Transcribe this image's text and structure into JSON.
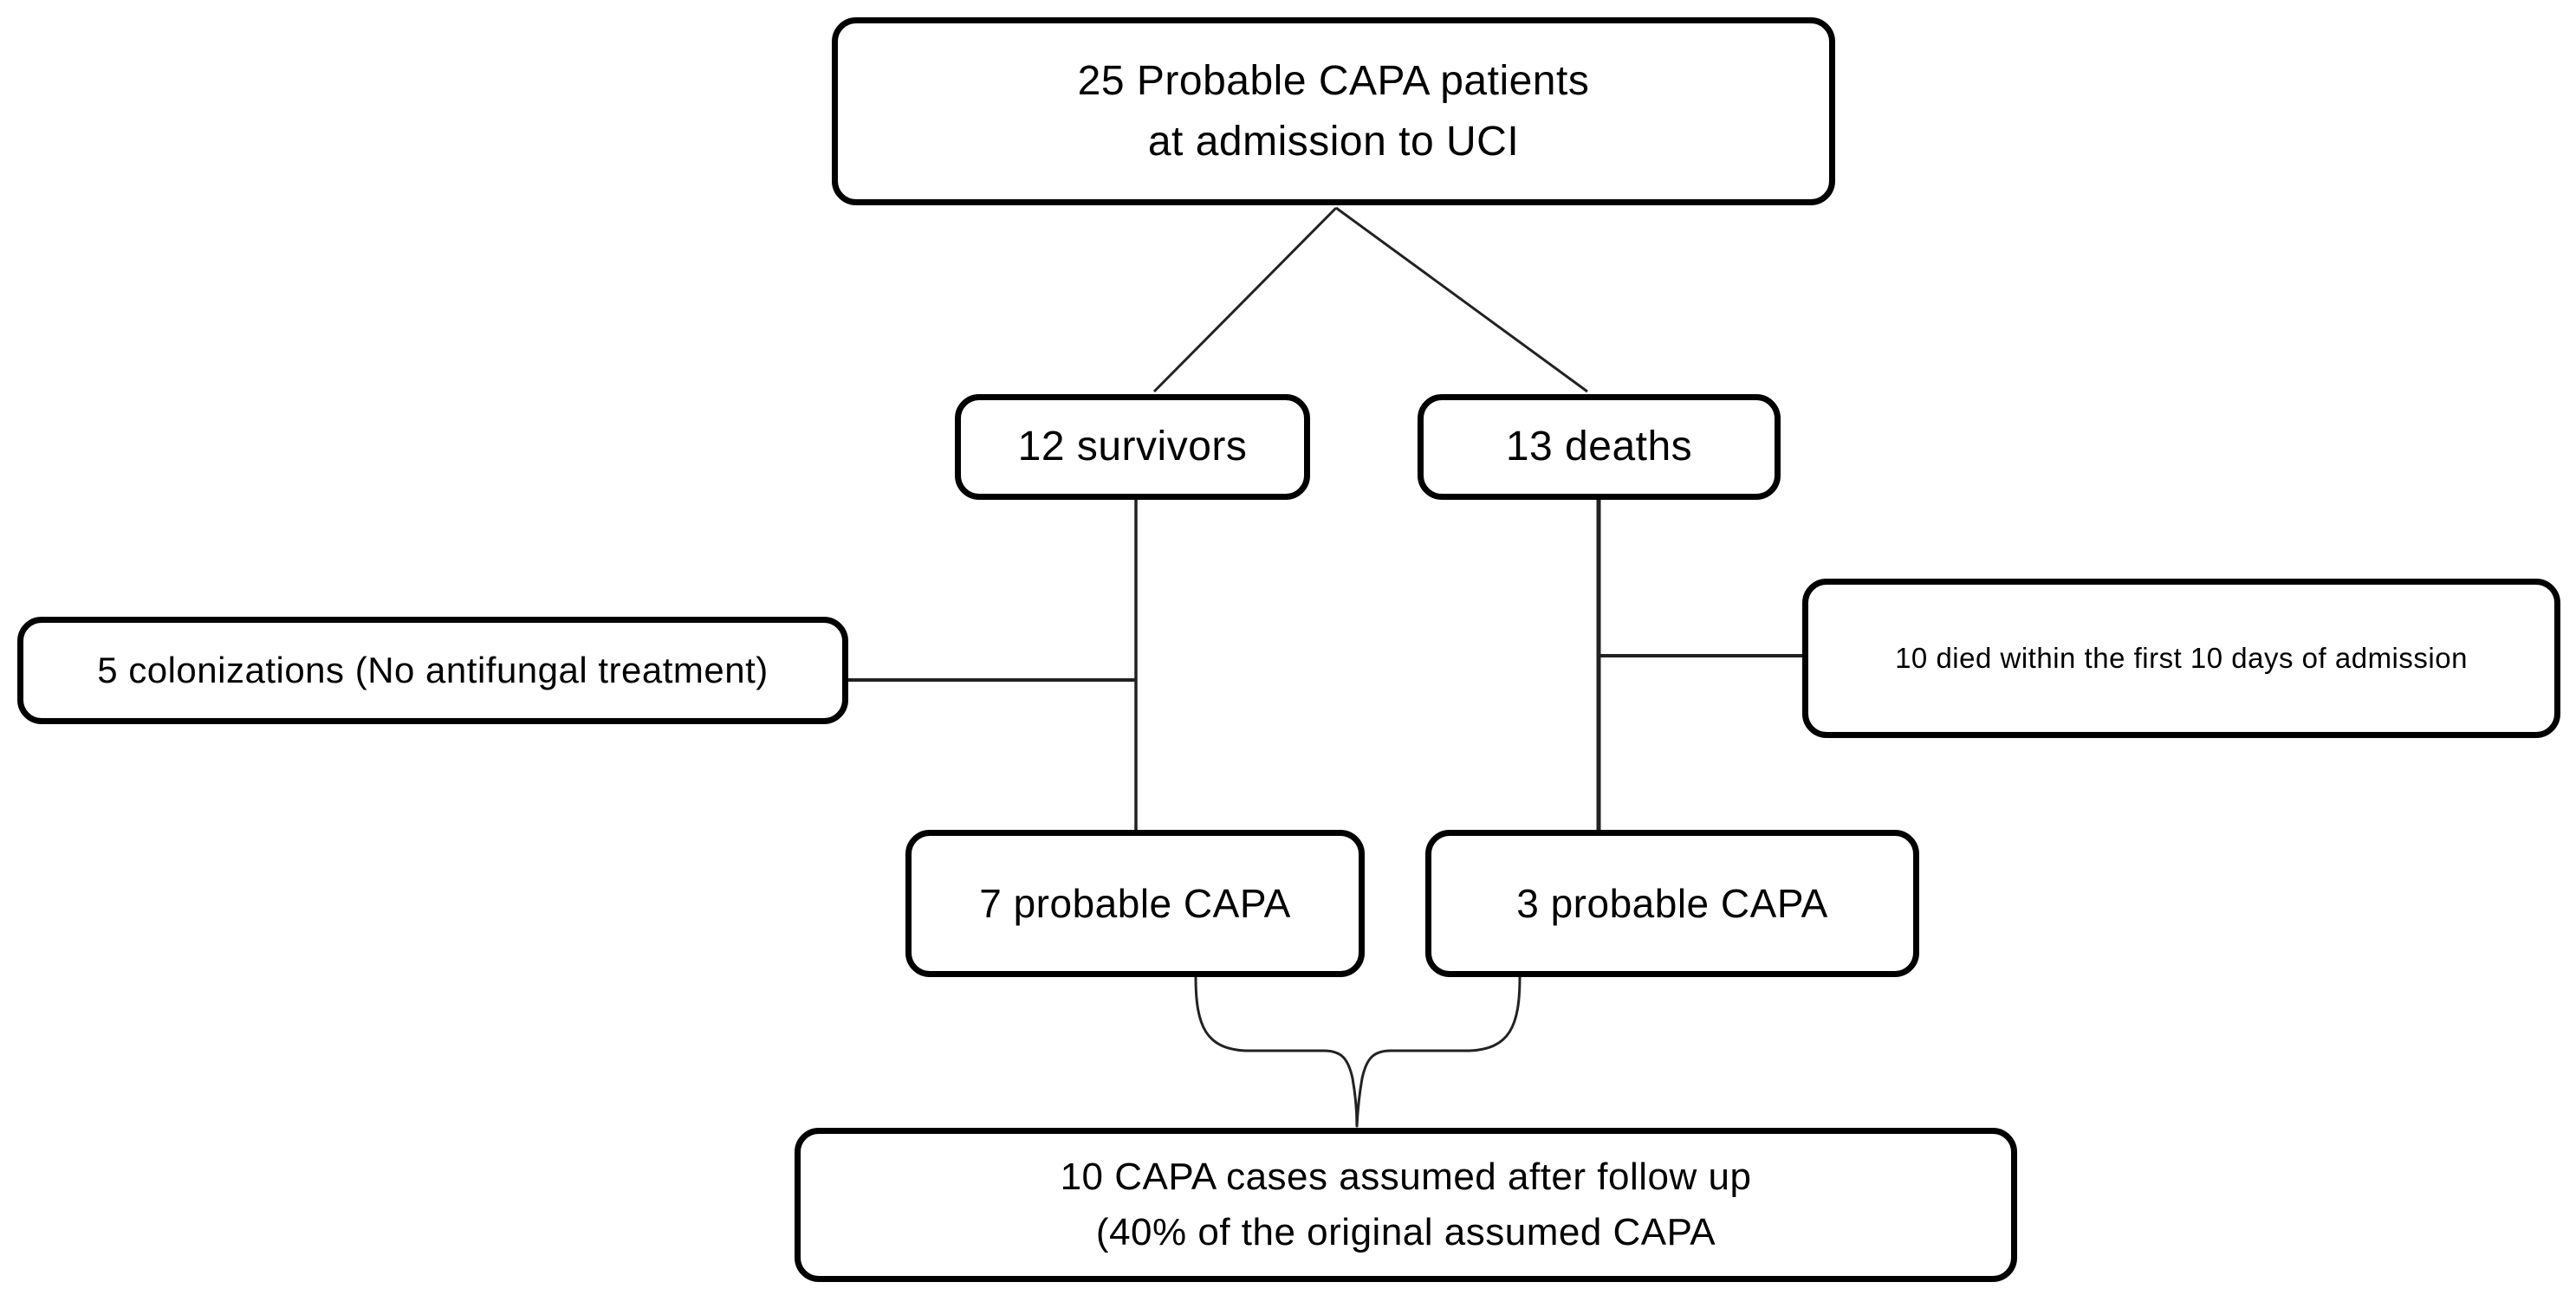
{
  "diagram": {
    "type": "flowchart",
    "colors": {
      "background": "#ffffff",
      "box_border": "#000000",
      "text": "#000000",
      "connector": "#222222"
    },
    "nodes": {
      "root": {
        "line1": "25 Probable CAPA patients",
        "line2": "at admission to UCI"
      },
      "survivors": {
        "label": "12 survivors"
      },
      "deaths": {
        "label": "13 deaths"
      },
      "colonizations": {
        "label": "5 colonizations (No antifungal treatment)"
      },
      "died_early": {
        "label": "10 died within the first 10 days of admission"
      },
      "survivor_capa": {
        "label": "7 probable CAPA"
      },
      "death_capa": {
        "label": "3 probable CAPA"
      },
      "final": {
        "line1": "10 CAPA cases assumed after follow up",
        "line2": "(40% of the original assumed CAPA"
      }
    },
    "edges": [
      {
        "from": "root",
        "to": "survivors",
        "style": "diagonal"
      },
      {
        "from": "root",
        "to": "deaths",
        "style": "diagonal"
      },
      {
        "from": "survivors",
        "to": "survivor_capa",
        "style": "vertical"
      },
      {
        "from": "deaths",
        "to": "death_capa",
        "style": "vertical"
      },
      {
        "from": "colonizations",
        "to": "survivors-branch",
        "style": "horizontal"
      },
      {
        "from": "died_early",
        "to": "deaths-branch",
        "style": "horizontal"
      },
      {
        "from": "survivor_capa",
        "to": "final",
        "style": "brace"
      },
      {
        "from": "death_capa",
        "to": "final",
        "style": "brace"
      }
    ]
  }
}
